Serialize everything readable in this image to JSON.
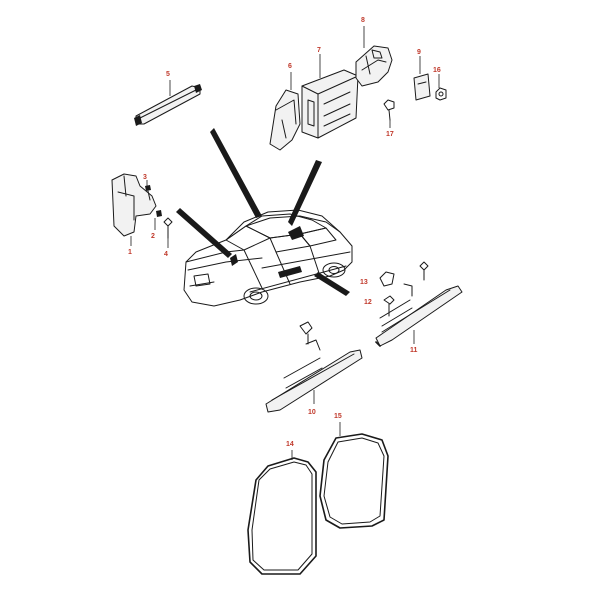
{
  "colors": {
    "label": "#c0392b",
    "line": "#1a1a1a",
    "background": "#ffffff"
  },
  "callouts": [
    {
      "id": "1",
      "text": "1"
    },
    {
      "id": "2",
      "text": "2"
    },
    {
      "id": "3",
      "text": "3"
    },
    {
      "id": "4",
      "text": "4"
    },
    {
      "id": "5",
      "text": "5"
    },
    {
      "id": "6",
      "text": "6"
    },
    {
      "id": "7",
      "text": "7"
    },
    {
      "id": "8",
      "text": "8"
    },
    {
      "id": "9",
      "text": "9"
    },
    {
      "id": "10",
      "text": "10"
    },
    {
      "id": "11",
      "text": "11"
    },
    {
      "id": "12",
      "text": "12"
    },
    {
      "id": "13",
      "text": "13"
    },
    {
      "id": "14",
      "text": "14"
    },
    {
      "id": "15",
      "text": "15"
    },
    {
      "id": "16",
      "text": "16"
    },
    {
      "id": "17",
      "text": "17"
    }
  ]
}
